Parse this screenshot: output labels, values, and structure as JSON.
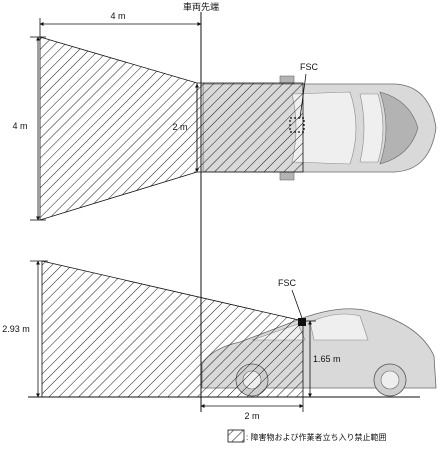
{
  "top_view": {
    "front_label": "車両先端",
    "width_label": "4 m",
    "height_label": "4 m",
    "inner_label": "2 m",
    "sensor_label": "FSC"
  },
  "side_view": {
    "height_label": "2.93 m",
    "sensor_height_label": "1.65 m",
    "length_label": "2 m",
    "sensor_label": "FSC"
  },
  "legend": {
    "text": ": 障害物および作業者立ち入り禁止範囲"
  }
}
